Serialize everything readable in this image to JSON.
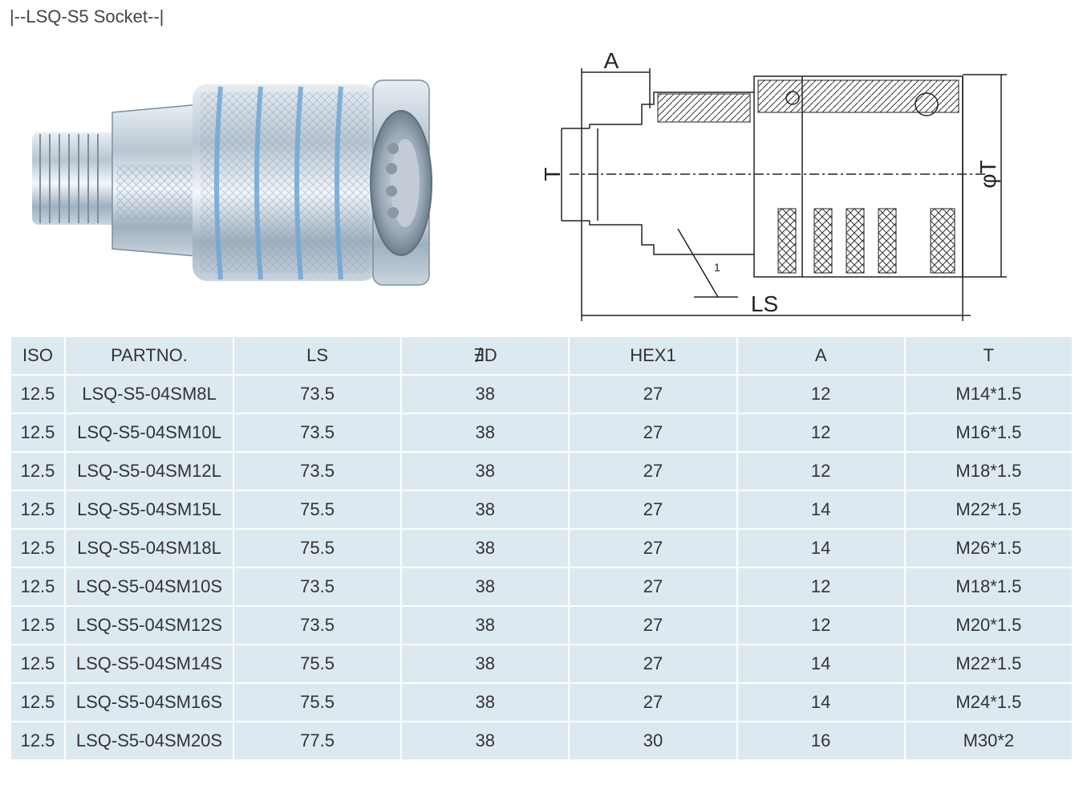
{
  "heading": "|--LSQ-S5 Socket--|",
  "drawing_labels": {
    "a": "A",
    "t": "T",
    "phi_t": "φT",
    "ls": "LS",
    "angle": "1"
  },
  "table": {
    "headers": [
      "ISO",
      "PARTNO.",
      "LS",
      "∄D",
      "HEX1",
      "A",
      "T"
    ],
    "rows": [
      [
        "12.5",
        "LSQ-S5-04SM8L",
        "73.5",
        "38",
        "27",
        "12",
        "M14*1.5"
      ],
      [
        "12.5",
        "LSQ-S5-04SM10L",
        "73.5",
        "38",
        "27",
        "12",
        "M16*1.5"
      ],
      [
        "12.5",
        "LSQ-S5-04SM12L",
        "73.5",
        "38",
        "27",
        "12",
        "M18*1.5"
      ],
      [
        "12.5",
        "LSQ-S5-04SM15L",
        "75.5",
        "38",
        "27",
        "14",
        "M22*1.5"
      ],
      [
        "12.5",
        "LSQ-S5-04SM18L",
        "75.5",
        "38",
        "27",
        "14",
        "M26*1.5"
      ],
      [
        "12.5",
        "LSQ-S5-04SM10S",
        "73.5",
        "38",
        "27",
        "12",
        "M18*1.5"
      ],
      [
        "12.5",
        "LSQ-S5-04SM12S",
        "73.5",
        "38",
        "27",
        "12",
        "M20*1.5"
      ],
      [
        "12.5",
        "LSQ-S5-04SM14S",
        "75.5",
        "38",
        "27",
        "14",
        "M22*1.5"
      ],
      [
        "12.5",
        "LSQ-S5-04SM16S",
        "75.5",
        "38",
        "27",
        "14",
        "M24*1.5"
      ],
      [
        "12.5",
        "LSQ-S5-04SM20S",
        "77.5",
        "38",
        "30",
        "16",
        "M30*2"
      ]
    ]
  },
  "colors": {
    "table_bg": "#dde9f0",
    "metal": "#aebfcc",
    "accent_blue": "#6fa8d6"
  }
}
